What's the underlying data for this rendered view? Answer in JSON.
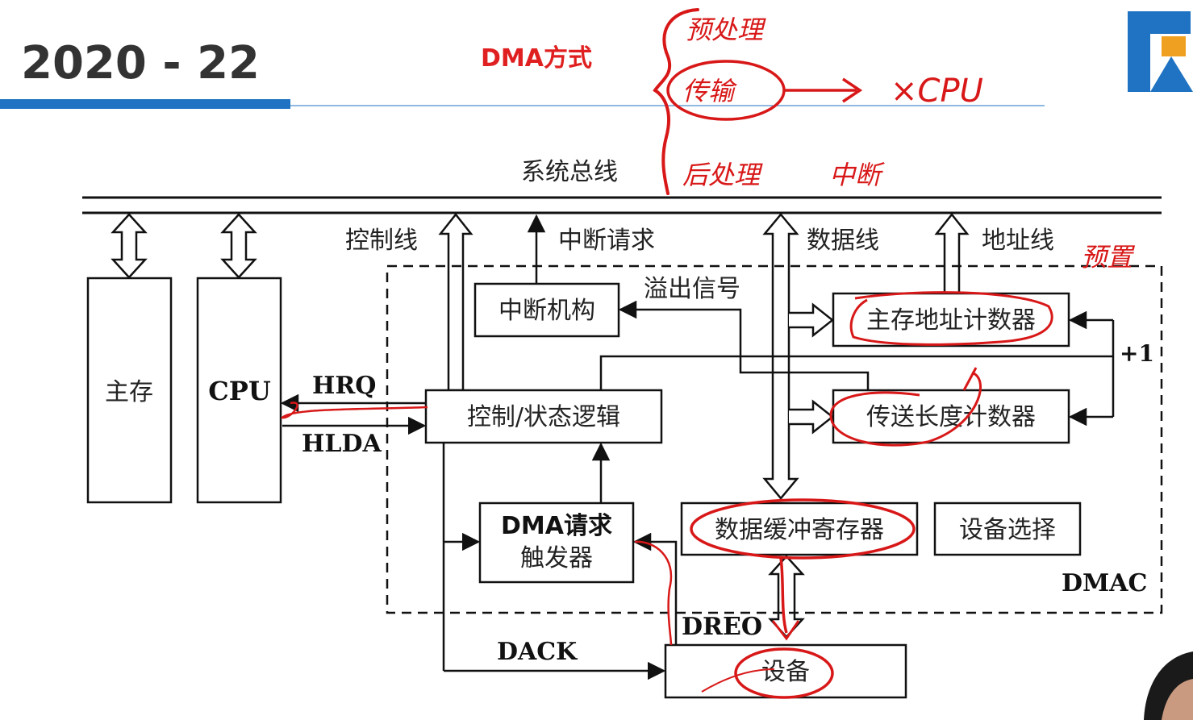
{
  "header": {
    "slide_title": "2020 - 22",
    "topic_label": "DMA方式",
    "accent_color": "#1f73c2",
    "topic_color": "#e02020"
  },
  "diagram": {
    "bus_label": "系统总线",
    "bus_lines": {
      "control": "控制线",
      "interrupt_request": "中断请求",
      "data": "数据线",
      "address": "地址线"
    },
    "blocks": {
      "main_memory": "主存",
      "cpu": "CPU",
      "interrupt_unit": "中断机构",
      "control_logic": "控制/状态逻辑",
      "addr_counter": "主存地址计数器",
      "length_counter": "传送长度计数器",
      "data_buffer": "数据缓冲寄存器",
      "device_select": "设备选择",
      "dma_request_line1": "DMA请求",
      "dma_request_line2": "触发器",
      "device": "设备"
    },
    "signals": {
      "hrq": "HRQ",
      "hlda": "HLDA",
      "overflow": "溢出信号",
      "plus_one": "+1",
      "dreq": "DREO",
      "dack": "DACK",
      "dmac": "DMAC"
    }
  },
  "annotations": {
    "ink_color": "#d81818",
    "pre_processing": "预处理",
    "transfer": "传输",
    "no_cpu": "×CPU",
    "post_processing": "后处理",
    "interrupt": "中断",
    "address_note": "预置"
  }
}
